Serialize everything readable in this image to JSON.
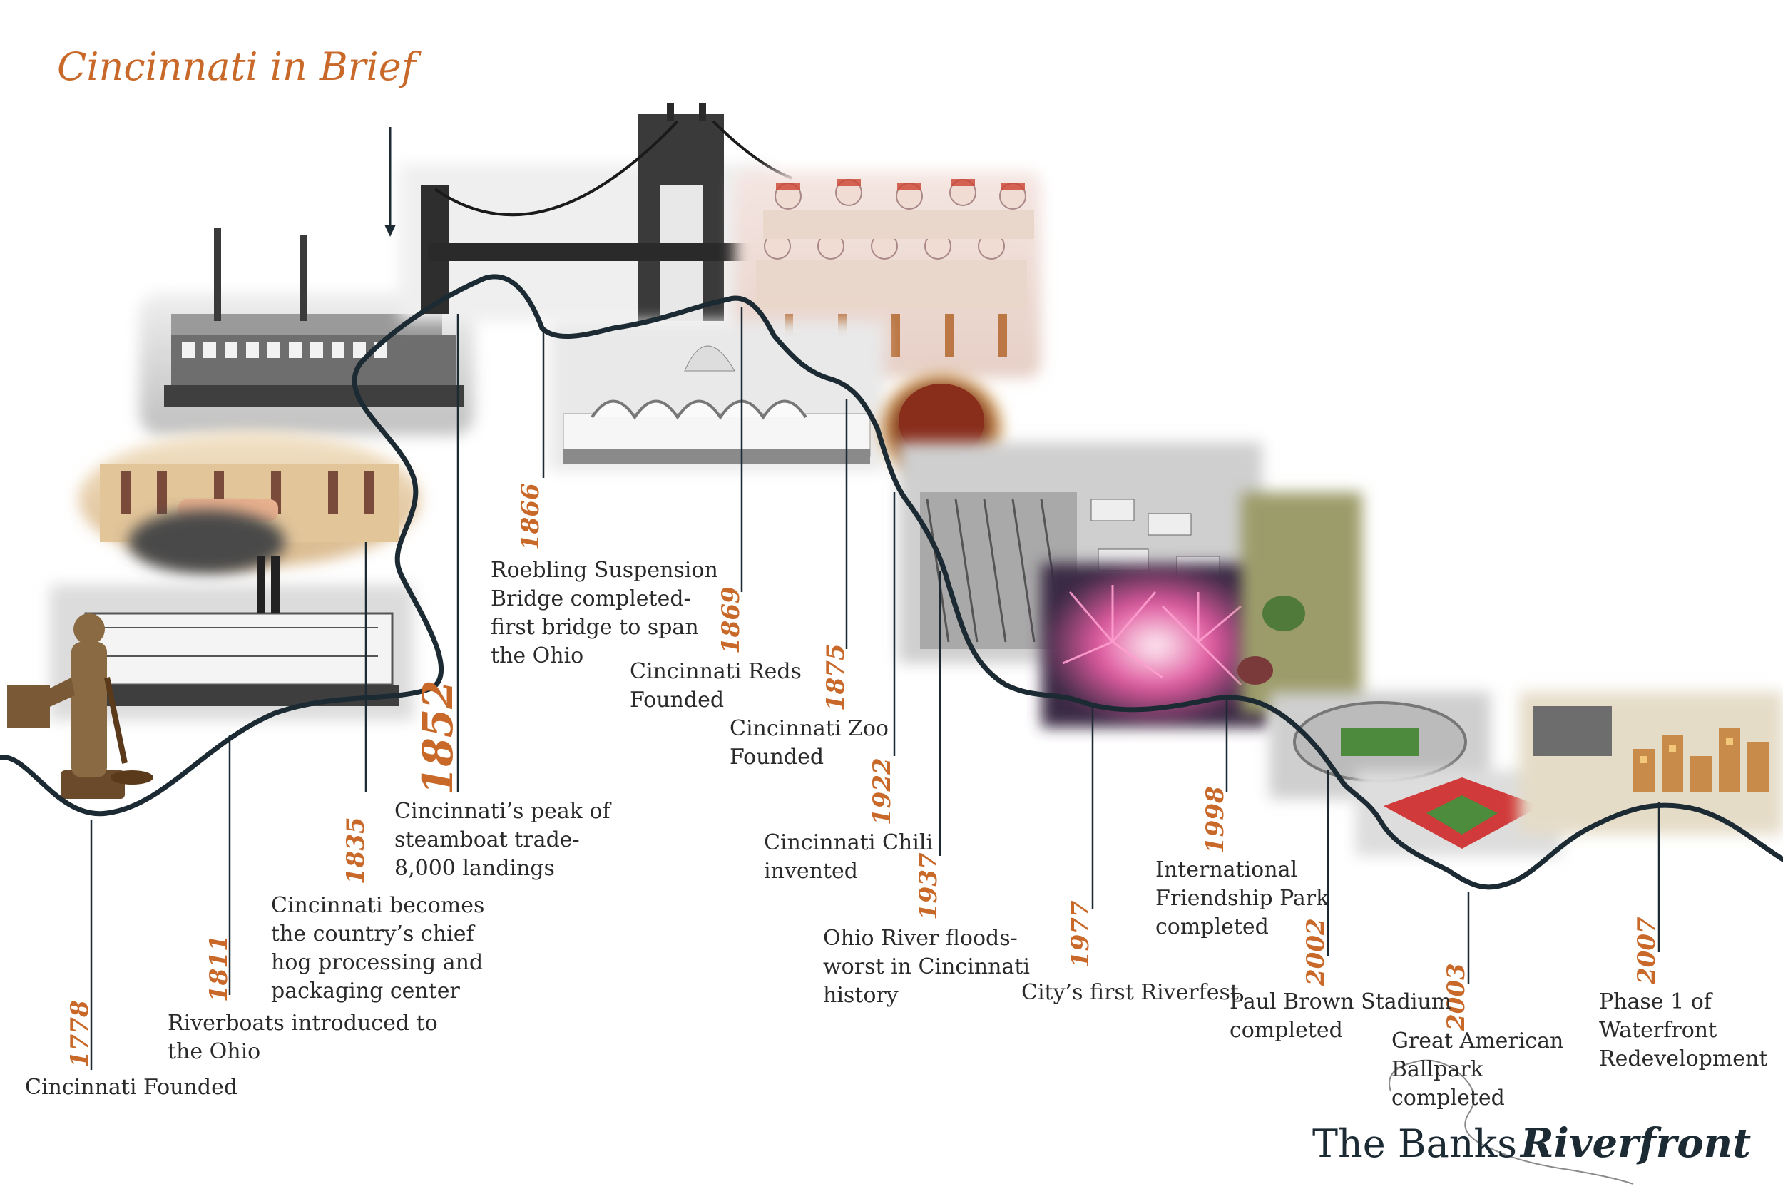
{
  "title": "Cincinnati in Brief",
  "colors": {
    "accent": "#c8692a",
    "river": "#1c2a33",
    "text": "#2a2a2a"
  },
  "events": [
    {
      "year": "1778",
      "text": "Cincinnati Founded"
    },
    {
      "year": "1811",
      "text": "Riverboats introduced to\nthe Ohio"
    },
    {
      "year": "1835",
      "text": "Cincinnati becomes\nthe country’s chief\nhog processing  and\npackaging center"
    },
    {
      "year": "1852",
      "text": "Cincinnati’s peak of\nsteamboat trade-\n8,000 landings"
    },
    {
      "year": "1866",
      "text": "Roebling Suspension\nBridge completed-\nfirst bridge to span\nthe Ohio"
    },
    {
      "year": "1869",
      "text": "Cincinnati Reds\nFounded"
    },
    {
      "year": "1875",
      "text": "Cincinnati Zoo\nFounded"
    },
    {
      "year": "1922",
      "text": "Cincinnati Chili\ninvented"
    },
    {
      "year": "1937",
      "text": "Ohio River floods-\nworst in Cincinnati\nhistory"
    },
    {
      "year": "1977",
      "text": "City’s first Riverfest"
    },
    {
      "year": "1998",
      "text": "International\nFriendship Park\ncompleted"
    },
    {
      "year": "2002",
      "text": "Paul Brown Stadium\ncompleted"
    },
    {
      "year": "2003",
      "text": "Great American\nBallpark\ncompleted"
    },
    {
      "year": "2007",
      "text": "Phase 1 of\nWaterfront\nRedevelopment"
    }
  ],
  "brand": {
    "part1": "The Banks",
    "part2": "Riverfront"
  },
  "images": [
    "founder-statue",
    "steamboat-smoke",
    "hog-processing",
    "riverboat-dock",
    "suspension-bridge",
    "reds-team-photo",
    "zoo-building",
    "chili",
    "flood-aerial",
    "fireworks",
    "friendship-park-aerial",
    "stadium-aerial",
    "ballpark",
    "waterfront-city"
  ]
}
